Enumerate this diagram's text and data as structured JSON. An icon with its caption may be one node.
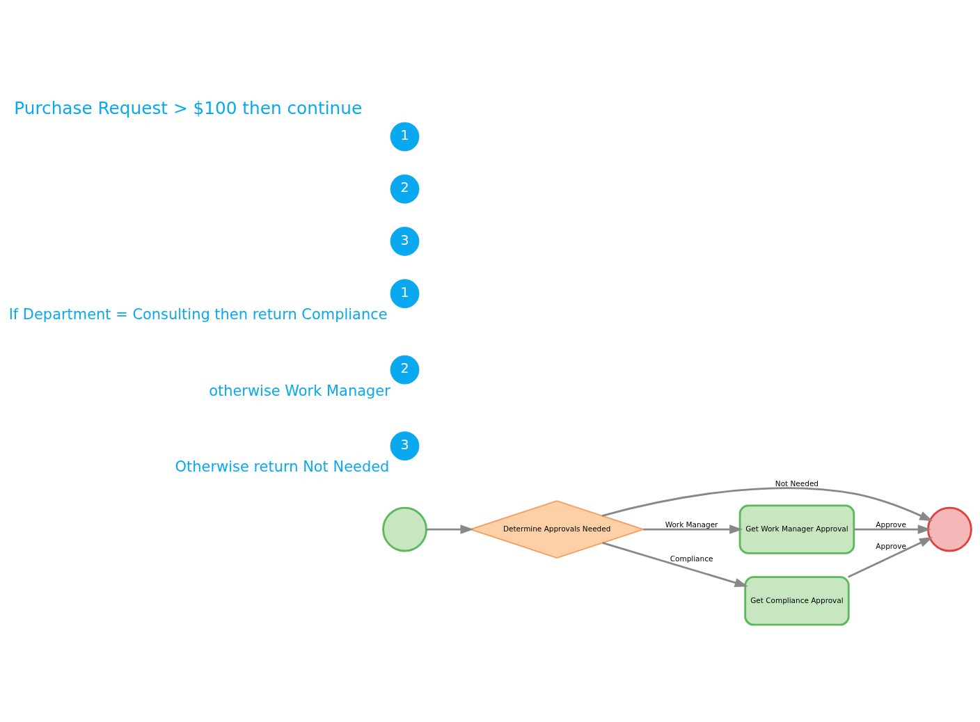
{
  "diagram": {
    "title": "Purchase Request > $100 then continue",
    "nodes": [
      {
        "text": [
          "1"
        ],
        "beside": [
          "If Department = Consulting then return Compliance"
        ]
      },
      {
        "text": [
          "2"
        ],
        "beside": [
          "otherwise Work Manager"
        ]
      },
      {
        "text": [
          "3"
        ],
        "beside": [
          "Otherwise return Not Needed"
        ]
      },
      {
        "text": [],
        "shape": "circle"
      },
      {
        "text": [
          "Determine Approvals Needed"
        ]
      },
      {
        "text": [
          "3"
        ]
      },
      {
        "text": [],
        "shape": "circle"
      },
      {
        "text": [
          "2"
        ]
      },
      {
        "text": [
          "Get Work Manager Approval"
        ]
      },
      {
        "text": [
          "1"
        ]
      },
      {
        "text": [
          "Get Compliance Approval"
        ]
      }
    ],
    "edges": [
      {
        "from": 3,
        "to": 4,
        "arrow": "to"
      },
      {
        "from": 4,
        "to": 6,
        "arrow": "to",
        "label": "Not Needed"
      },
      {
        "from": 4,
        "to": 8,
        "arrow": "to",
        "label": "Work Manager"
      },
      {
        "from": 4,
        "to": 10,
        "arrow": "to",
        "label": "Compliance"
      },
      {
        "from": 8,
        "to": 6,
        "arrow": "to",
        "label": "Approve"
      },
      {
        "from": 10,
        "to": 6,
        "arrow": "to",
        "label": "Approve"
      }
    ]
  }
}
